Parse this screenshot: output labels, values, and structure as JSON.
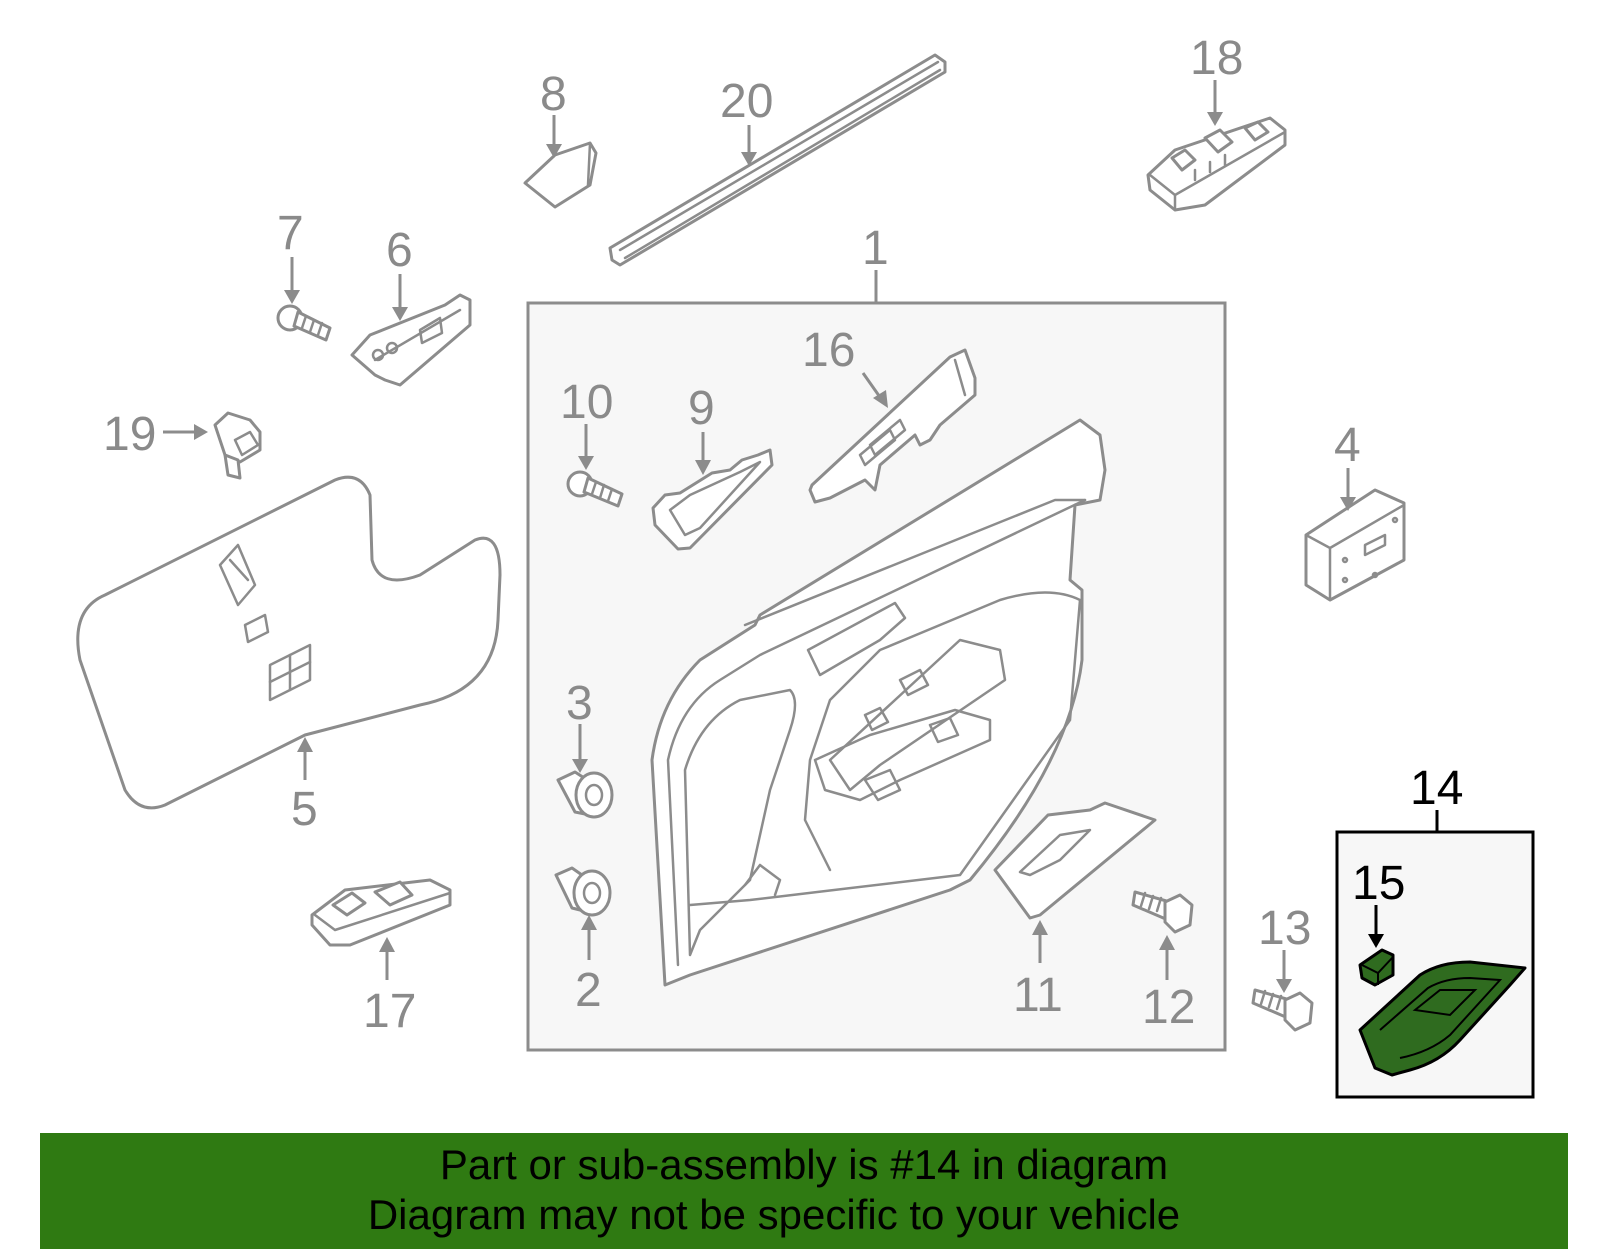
{
  "callouts": {
    "c1": "1",
    "c2": "2",
    "c3": "3",
    "c4": "4",
    "c5": "5",
    "c6": "6",
    "c7": "7",
    "c8": "8",
    "c9": "9",
    "c10": "10",
    "c11": "11",
    "c12": "12",
    "c13": "13",
    "c14": "14",
    "c15": "15",
    "c16": "16",
    "c17": "17",
    "c18": "18",
    "c19": "19",
    "c20": "20"
  },
  "banner": {
    "line1": "Part or sub-assembly is #14 in diagram",
    "line2": "Diagram may not be specific to your vehicle"
  },
  "colors": {
    "highlight_part": "#2f6b1f",
    "banner_bg": "#2f7a12",
    "line_gray": "#8c8c8c"
  }
}
